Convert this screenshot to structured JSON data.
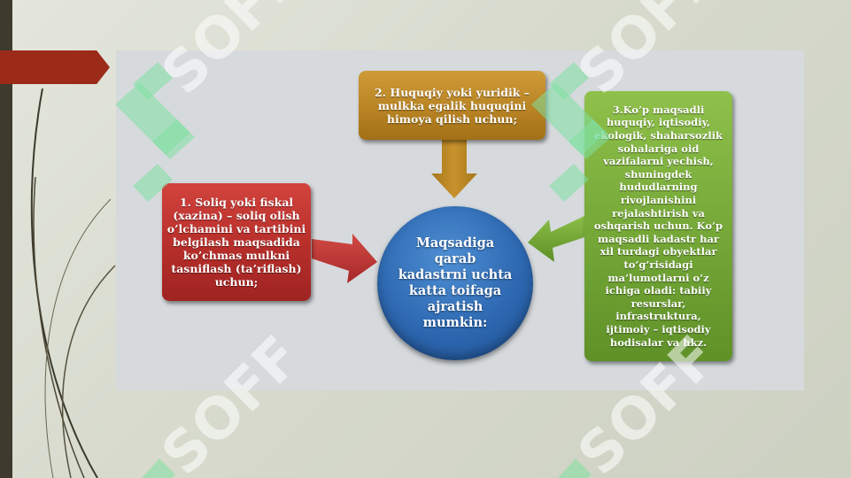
{
  "diagram": {
    "center_text": "Maqsadiga\nqarab\nkadastrni uchta\nkatta toifaga\najratish\nmumkin:",
    "box_left": "1. Soliq yoki fiskal\n(xazina) – soliq  olish\no’lchamini va tartibini\nbelgilash maqsadida\nko’chmas mulkni\ntasniflash (ta’riflash)\nuchun;",
    "box_top": "2. Huquqiy yoki yuridik –\nmulkka egalik huquqini\nhimoya qilish uchun;",
    "box_right": "3.Ko’p maqsadli\nhuquqiy, iqtisodiy,\nekologik, shaharsozlik\nsohalariga oid\nvazifalarni yechish,\nshuningdek\nhududlarning\nrivojlanishini\nrejalashtirish va\noshqarish uchun.  Ko’p\nmaqsadli kadastr har\nxil turdagi obyektlar\nto’g’risidagi\nma’lumotlarni o’z\nichiga oladi: tabiiy\nresurslar,\ninfrastruktura,\nijtimoiy – iqtisodiy\nhodisalar va hkz."
  },
  "watermark_text": "SOFF",
  "colors": {
    "left_box": "#b62e2a",
    "top_box": "#b98424",
    "right_box": "#74a737",
    "center_circle": "#2d68b1",
    "accent_tab": "#9c2a18"
  }
}
